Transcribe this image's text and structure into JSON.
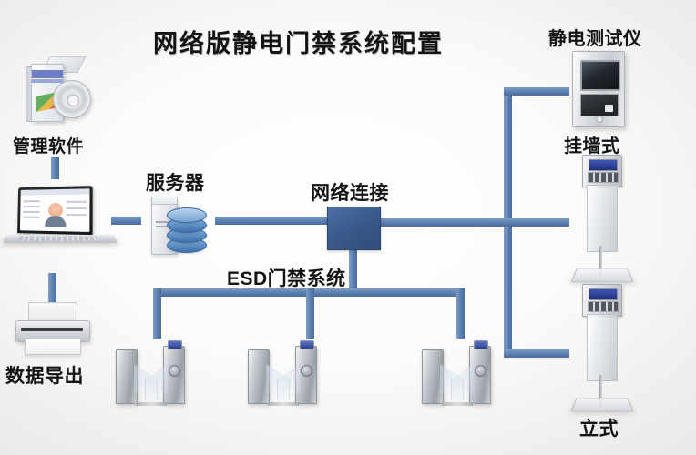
{
  "diagram": {
    "title": "网络版静电门禁系统配置",
    "background_color": "#f4f4f2",
    "accent_color": "#5b7fb0",
    "node_color": "#3a5b8c"
  },
  "labels": {
    "management_software": "管理软件",
    "data_export": "数据导出",
    "server": "服务器",
    "network_connection": "网络连接",
    "esd_access_system": "ESD门禁系统",
    "esd_tester": "静电测试仪",
    "wall_mounted": "挂墙式",
    "floor_standing": "立式"
  },
  "icons": {
    "software_box": "software-box-cd-icon",
    "laptop": "laptop-icon",
    "printer": "printer-icon",
    "server": "server-database-icon",
    "switch": "network-switch-icon",
    "wall_tester": "wall-mounted-esd-tester-icon",
    "kiosk_tester": "floor-standing-esd-tester-icon",
    "turnstile": "esd-turnstile-gate-icon"
  },
  "nodes": [
    {
      "id": "management-software",
      "label": "管理软件",
      "icon": "software-box-cd-icon"
    },
    {
      "id": "laptop-client",
      "label": "",
      "icon": "laptop-icon"
    },
    {
      "id": "data-export",
      "label": "数据导出",
      "icon": "printer-icon"
    },
    {
      "id": "server",
      "label": "服务器",
      "icon": "server-database-icon"
    },
    {
      "id": "network-connection",
      "label": "网络连接",
      "icon": "network-switch-icon"
    },
    {
      "id": "esd-access-system",
      "label": "ESD门禁系统",
      "icon": "esd-turnstile-gate-icon"
    },
    {
      "id": "esd-tester-wall",
      "label": "挂墙式",
      "icon": "wall-mounted-esd-tester-icon"
    },
    {
      "id": "esd-tester-stand-1",
      "label": "",
      "icon": "floor-standing-esd-tester-icon"
    },
    {
      "id": "esd-tester-stand-2",
      "label": "立式",
      "icon": "floor-standing-esd-tester-icon"
    }
  ],
  "gate_count": 3,
  "tester_column_label": "静电测试仪"
}
